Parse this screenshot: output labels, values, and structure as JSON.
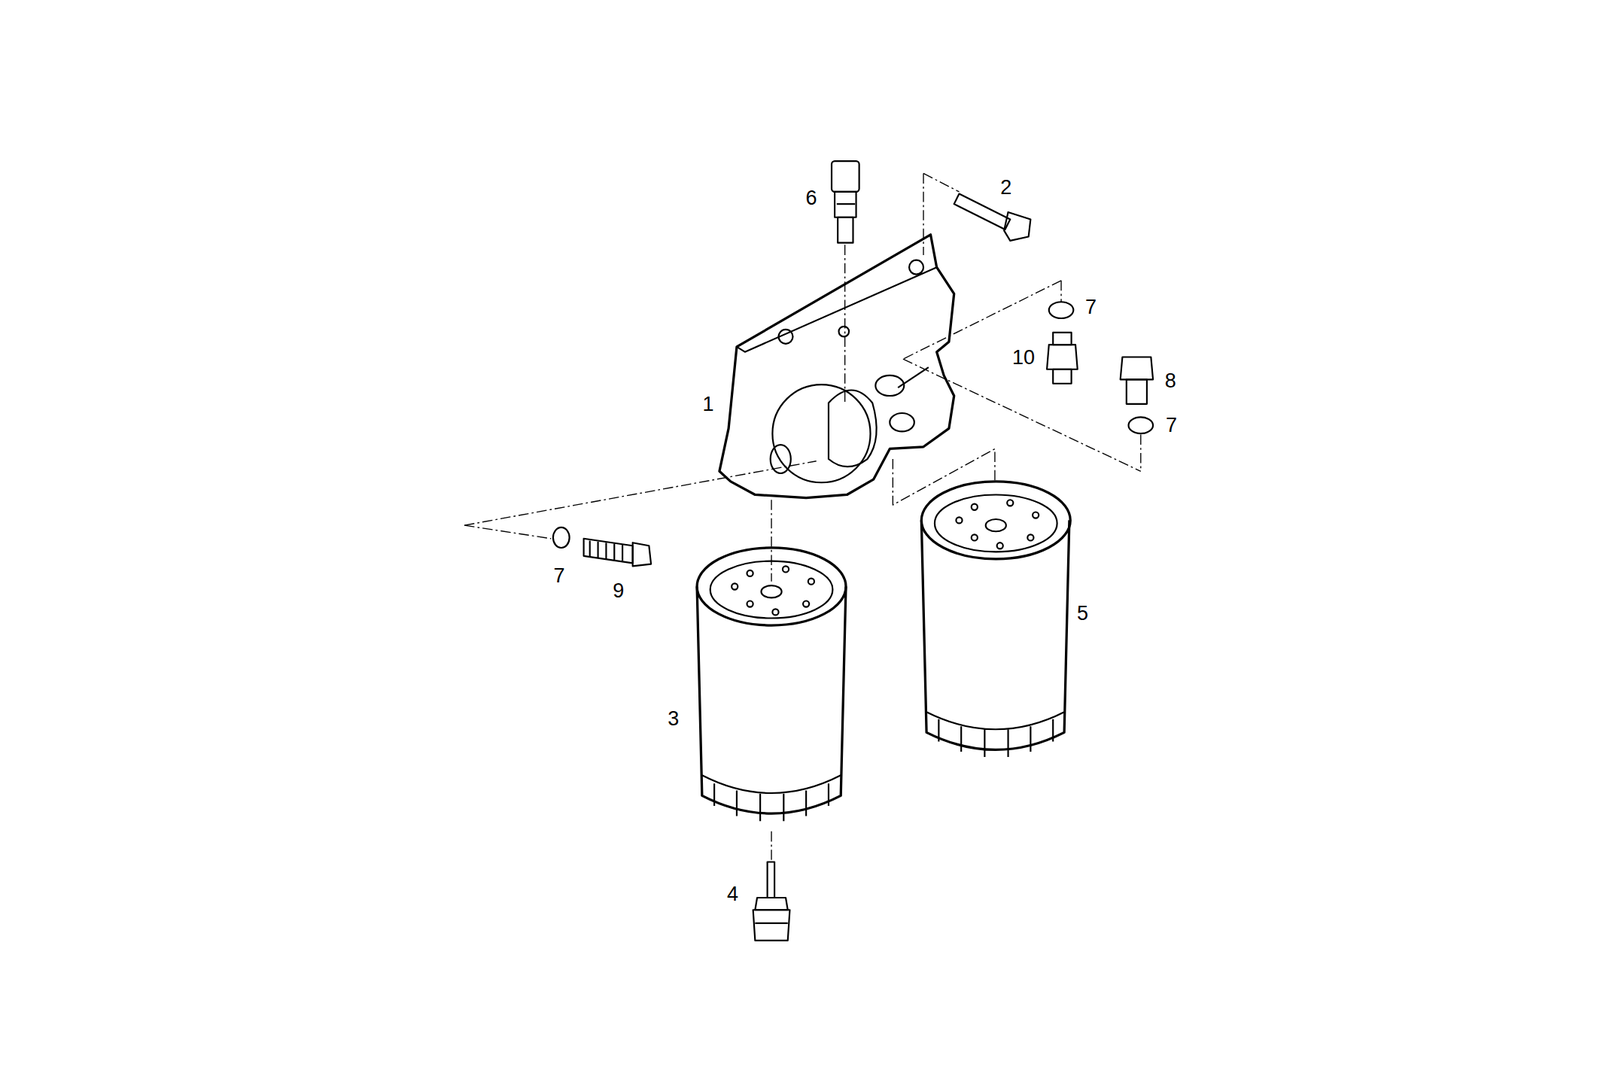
{
  "diagram": {
    "labels": [
      "2",
      "6",
      "7",
      "10",
      "8",
      "1",
      "7",
      "7",
      "9",
      "5",
      "3",
      "4"
    ]
  }
}
